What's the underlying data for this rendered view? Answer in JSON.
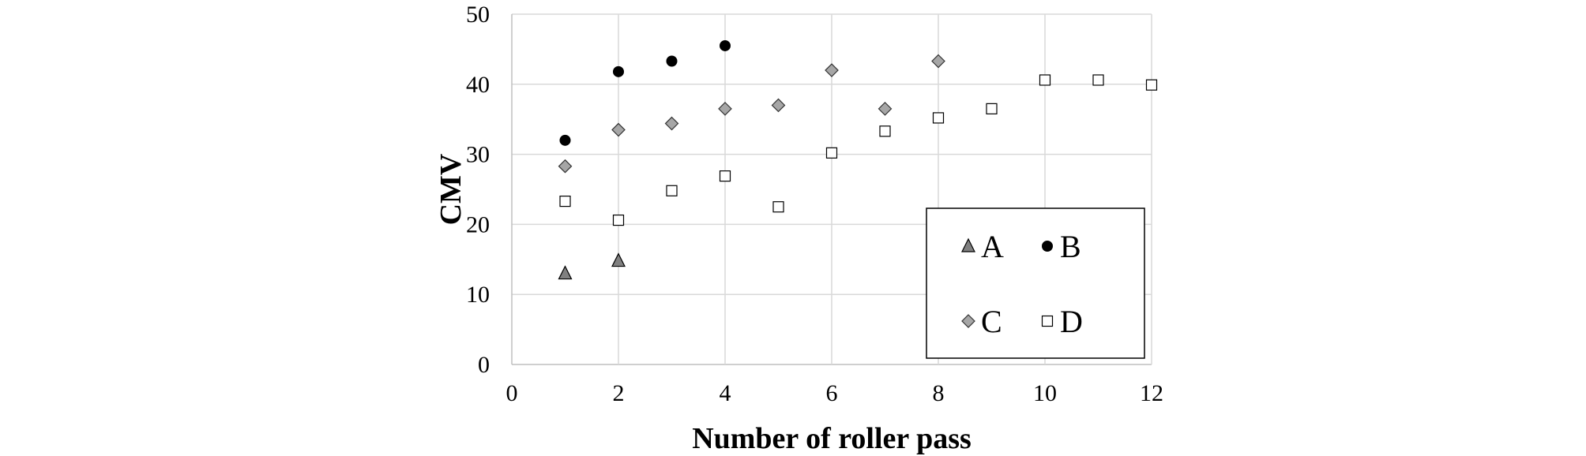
{
  "chart_data": {
    "type": "scatter",
    "title": "",
    "xlabel": "Number of roller pass",
    "ylabel": "CMV",
    "xlim": [
      0,
      12
    ],
    "ylim": [
      0,
      50
    ],
    "x_ticks": [
      0,
      2,
      4,
      6,
      8,
      10,
      12
    ],
    "y_ticks": [
      0,
      10,
      20,
      30,
      40,
      50
    ],
    "grid": true,
    "legend_position": "bottom-right",
    "series": [
      {
        "name": "A",
        "marker": "triangle",
        "color": "#808080",
        "points": [
          [
            1,
            13.0
          ],
          [
            2,
            14.8
          ]
        ]
      },
      {
        "name": "B",
        "marker": "circle",
        "color": "#000000",
        "points": [
          [
            1,
            32.0
          ],
          [
            2,
            41.8
          ],
          [
            3,
            43.3
          ],
          [
            4,
            45.5
          ]
        ]
      },
      {
        "name": "C",
        "marker": "diamond",
        "color": "#a6a6a6",
        "points": [
          [
            1,
            28.3
          ],
          [
            2,
            33.5
          ],
          [
            3,
            34.4
          ],
          [
            4,
            36.5
          ],
          [
            5,
            37.0
          ],
          [
            6,
            42.0
          ],
          [
            7,
            36.5
          ],
          [
            8,
            43.3
          ]
        ]
      },
      {
        "name": "D",
        "marker": "square",
        "color": "#ffffff",
        "points": [
          [
            1,
            23.3
          ],
          [
            2,
            20.6
          ],
          [
            3,
            24.8
          ],
          [
            4,
            26.9
          ],
          [
            5,
            22.5
          ],
          [
            6,
            30.2
          ],
          [
            7,
            33.3
          ],
          [
            8,
            35.2
          ],
          [
            9,
            36.5
          ],
          [
            10,
            40.6
          ],
          [
            11,
            40.6
          ],
          [
            12,
            39.9
          ]
        ]
      }
    ]
  }
}
